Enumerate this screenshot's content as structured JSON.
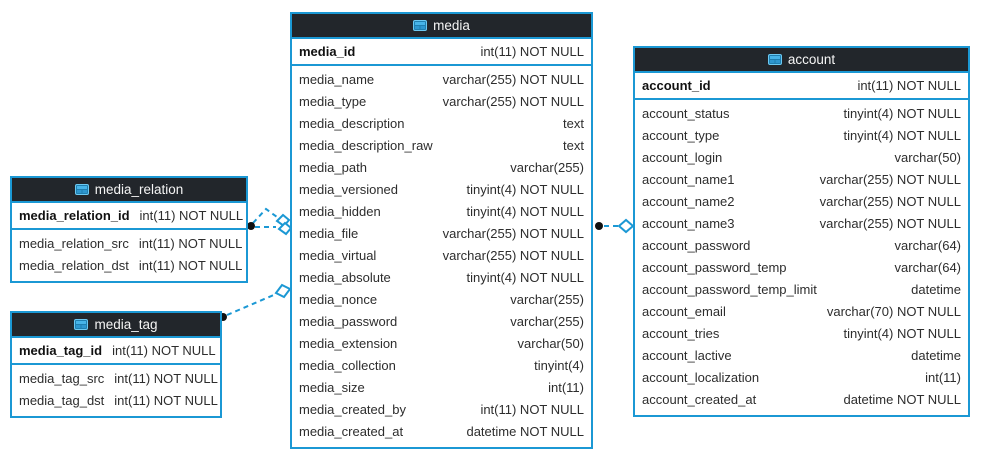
{
  "colors": {
    "accent": "#1b98d4",
    "table_header_bg": "#22262b",
    "table_header_text": "#f5f5f5",
    "row_text": "#2d2d2d",
    "connector_dot": "#111111"
  },
  "tables": [
    {
      "name": "media",
      "icon": "table-icon",
      "pk_columns": [
        {
          "field": "media_id",
          "type": "int(11) NOT NULL"
        }
      ],
      "columns": [
        {
          "field": "media_name",
          "type": "varchar(255) NOT NULL"
        },
        {
          "field": "media_type",
          "type": "varchar(255) NOT NULL"
        },
        {
          "field": "media_description",
          "type": "text"
        },
        {
          "field": "media_description_raw",
          "type": "text"
        },
        {
          "field": "media_path",
          "type": "varchar(255)"
        },
        {
          "field": "media_versioned",
          "type": "tinyint(4) NOT NULL"
        },
        {
          "field": "media_hidden",
          "type": "tinyint(4) NOT NULL"
        },
        {
          "field": "media_file",
          "type": "varchar(255) NOT NULL"
        },
        {
          "field": "media_virtual",
          "type": "varchar(255) NOT NULL"
        },
        {
          "field": "media_absolute",
          "type": "tinyint(4) NOT NULL"
        },
        {
          "field": "media_nonce",
          "type": "varchar(255)"
        },
        {
          "field": "media_password",
          "type": "varchar(255)"
        },
        {
          "field": "media_extension",
          "type": "varchar(50)"
        },
        {
          "field": "media_collection",
          "type": "tinyint(4)"
        },
        {
          "field": "media_size",
          "type": "int(11)"
        },
        {
          "field": "media_created_by",
          "type": "int(11) NOT NULL"
        },
        {
          "field": "media_created_at",
          "type": "datetime NOT NULL"
        }
      ]
    },
    {
      "name": "media_relation",
      "icon": "table-icon",
      "pk_columns": [
        {
          "field": "media_relation_id",
          "type": "int(11) NOT NULL"
        }
      ],
      "columns": [
        {
          "field": "media_relation_src",
          "type": "int(11) NOT NULL"
        },
        {
          "field": "media_relation_dst",
          "type": "int(11) NOT NULL"
        }
      ]
    },
    {
      "name": "media_tag",
      "icon": "table-icon",
      "pk_columns": [
        {
          "field": "media_tag_id",
          "type": "int(11) NOT NULL"
        }
      ],
      "columns": [
        {
          "field": "media_tag_src",
          "type": "int(11) NOT NULL"
        },
        {
          "field": "media_tag_dst",
          "type": "int(11) NOT NULL"
        }
      ]
    },
    {
      "name": "account",
      "icon": "table-icon",
      "pk_columns": [
        {
          "field": "account_id",
          "type": "int(11) NOT NULL"
        }
      ],
      "columns": [
        {
          "field": "account_status",
          "type": "tinyint(4) NOT NULL"
        },
        {
          "field": "account_type",
          "type": "tinyint(4) NOT NULL"
        },
        {
          "field": "account_login",
          "type": "varchar(50)"
        },
        {
          "field": "account_name1",
          "type": "varchar(255) NOT NULL"
        },
        {
          "field": "account_name2",
          "type": "varchar(255) NOT NULL"
        },
        {
          "field": "account_name3",
          "type": "varchar(255) NOT NULL"
        },
        {
          "field": "account_password",
          "type": "varchar(64)"
        },
        {
          "field": "account_password_temp",
          "type": "varchar(64)"
        },
        {
          "field": "account_password_temp_limit",
          "type": "datetime"
        },
        {
          "field": "account_email",
          "type": "varchar(70) NOT NULL"
        },
        {
          "field": "account_tries",
          "type": "tinyint(4) NOT NULL"
        },
        {
          "field": "account_lactive",
          "type": "datetime"
        },
        {
          "field": "account_localization",
          "type": "int(11)"
        },
        {
          "field": "account_created_at",
          "type": "datetime NOT NULL"
        }
      ]
    }
  ],
  "connectors": [
    {
      "from": "media_relation",
      "to": "media",
      "line_style": "dashed",
      "source_marker": "filled-dot",
      "target_marker": "open-diamond"
    },
    {
      "from": "media_relation",
      "to": "media",
      "line_style": "dashed",
      "source_marker": "filled-dot",
      "target_marker": "open-diamond"
    },
    {
      "from": "media_tag",
      "to": "media",
      "line_style": "dashed",
      "source_marker": "filled-dot",
      "target_marker": "open-diamond"
    },
    {
      "from": "media",
      "to": "account",
      "line_style": "dashed",
      "source_marker": "filled-dot",
      "target_marker": "open-diamond"
    }
  ]
}
